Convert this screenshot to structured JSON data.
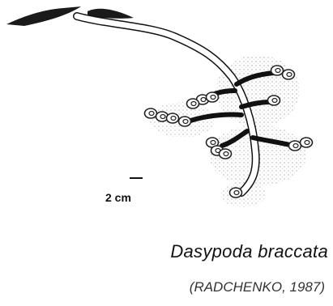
{
  "scale": {
    "label": "2 cm"
  },
  "caption": {
    "species": "Dasypoda braccata",
    "citation": "(RADCHENKO, 1987)"
  }
}
